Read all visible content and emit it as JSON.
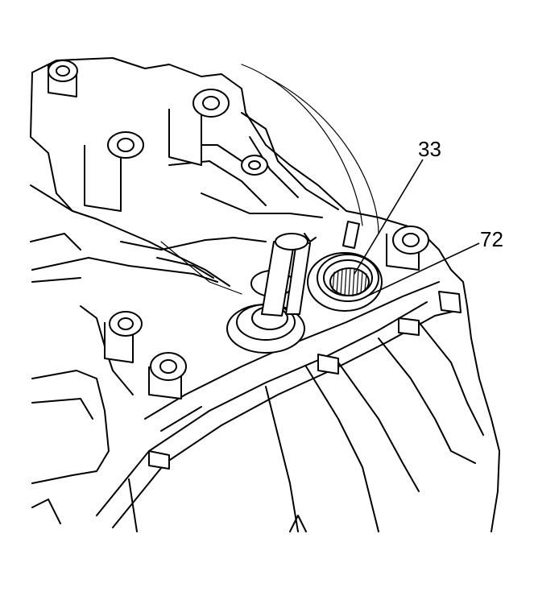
{
  "callouts": [
    {
      "id": "33",
      "label": "33"
    },
    {
      "id": "72",
      "label": "72"
    }
  ]
}
